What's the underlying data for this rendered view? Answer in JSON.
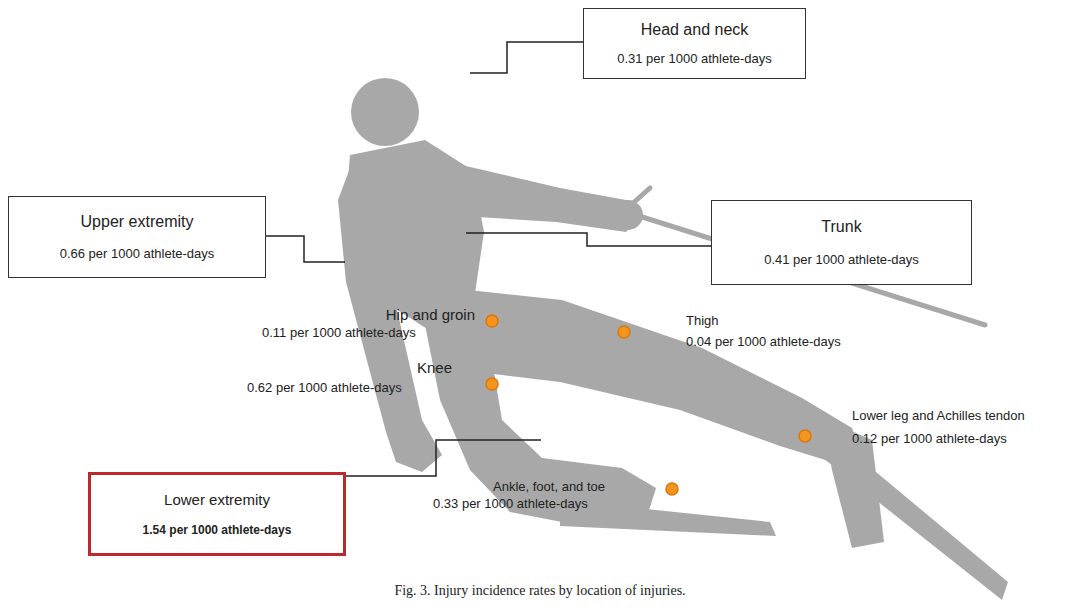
{
  "diagram": {
    "caption": "Fig. 3.  Injury incidence rates by location of injuries.",
    "nodes": [
      {
        "text": [
          "Head and neck",
          "0.31 per 1000 athlete-days"
        ]
      },
      {
        "text": [
          "Upper extremity",
          "0.66 per 1000 athlete-days"
        ]
      },
      {
        "text": [
          "Trunk",
          "0.41 per 1000 athlete-days"
        ]
      },
      {
        "text": [
          "Lower extremity",
          "1.54 per 1000 athlete-days"
        ]
      }
    ],
    "labels": [
      "Hip and groin",
      "0.11 per 1000 athlete-days",
      "Thigh",
      "0.04 per 1000 athlete-days",
      "Knee",
      "0.62 per 1000 athlete-days",
      "Lower leg and Achilles tendon",
      "0.12 per 1000 athlete-days",
      "Ankle, foot, and toe",
      "0.33 per 1000 athlete-days"
    ]
  }
}
